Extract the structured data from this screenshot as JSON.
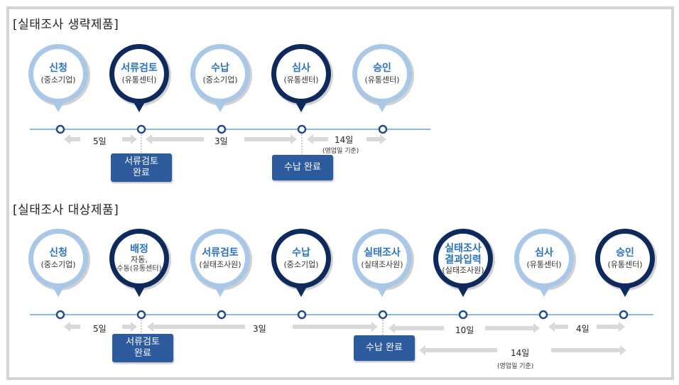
{
  "section1": {
    "heading": "[실태조사 생략제품]",
    "steps": [
      {
        "title": "신청",
        "sub": "(중소기업)",
        "style": "light"
      },
      {
        "title": "서류검토",
        "sub": "(유통센터)",
        "style": "dark"
      },
      {
        "title": "수납",
        "sub": "(중소기업)",
        "style": "light"
      },
      {
        "title": "심사",
        "sub": "(유통센터)",
        "style": "dark"
      },
      {
        "title": "승인",
        "sub": "(유통센터)",
        "style": "light"
      }
    ],
    "durations": [
      "5일",
      "3일",
      "14일"
    ],
    "duration_note": "(영업일 기준)",
    "labels": [
      "서류검토\n완료",
      "수납 완료"
    ]
  },
  "section2": {
    "heading": "[실태조사 대상제품]",
    "steps": [
      {
        "title": "신청",
        "sub": "(중소기업)",
        "style": "light"
      },
      {
        "title": "배정",
        "sub": "자동,",
        "sub2": "수동(유통센터)",
        "style": "dark"
      },
      {
        "title": "서류검토",
        "sub": "(실태조사원)",
        "style": "light"
      },
      {
        "title": "수납",
        "sub": "(중소기업)",
        "style": "dark"
      },
      {
        "title": "실태조사",
        "sub": "(실태조사원)",
        "style": "light"
      },
      {
        "title": "실태조사",
        "title2": "결과입력",
        "sub": "(실태조사원)",
        "style": "dark"
      },
      {
        "title": "심사",
        "sub": "(유통센터)",
        "style": "light"
      },
      {
        "title": "승인",
        "sub": "(유통센터)",
        "style": "dark"
      }
    ],
    "durations": [
      "5일",
      "3일",
      "10일",
      "4일",
      "14일"
    ],
    "duration_note": "(영업일 기준)",
    "labels": [
      "서류검토\n완료",
      "수납 완료"
    ]
  },
  "colors": {
    "light_ring": "#a9c8e8",
    "dark_ring": "#0e2a5c",
    "timeline": "#8fb8e0",
    "node": "#1f4f8a",
    "arrow": "#d9d9d9",
    "label_bg": "#2e5b9e"
  }
}
